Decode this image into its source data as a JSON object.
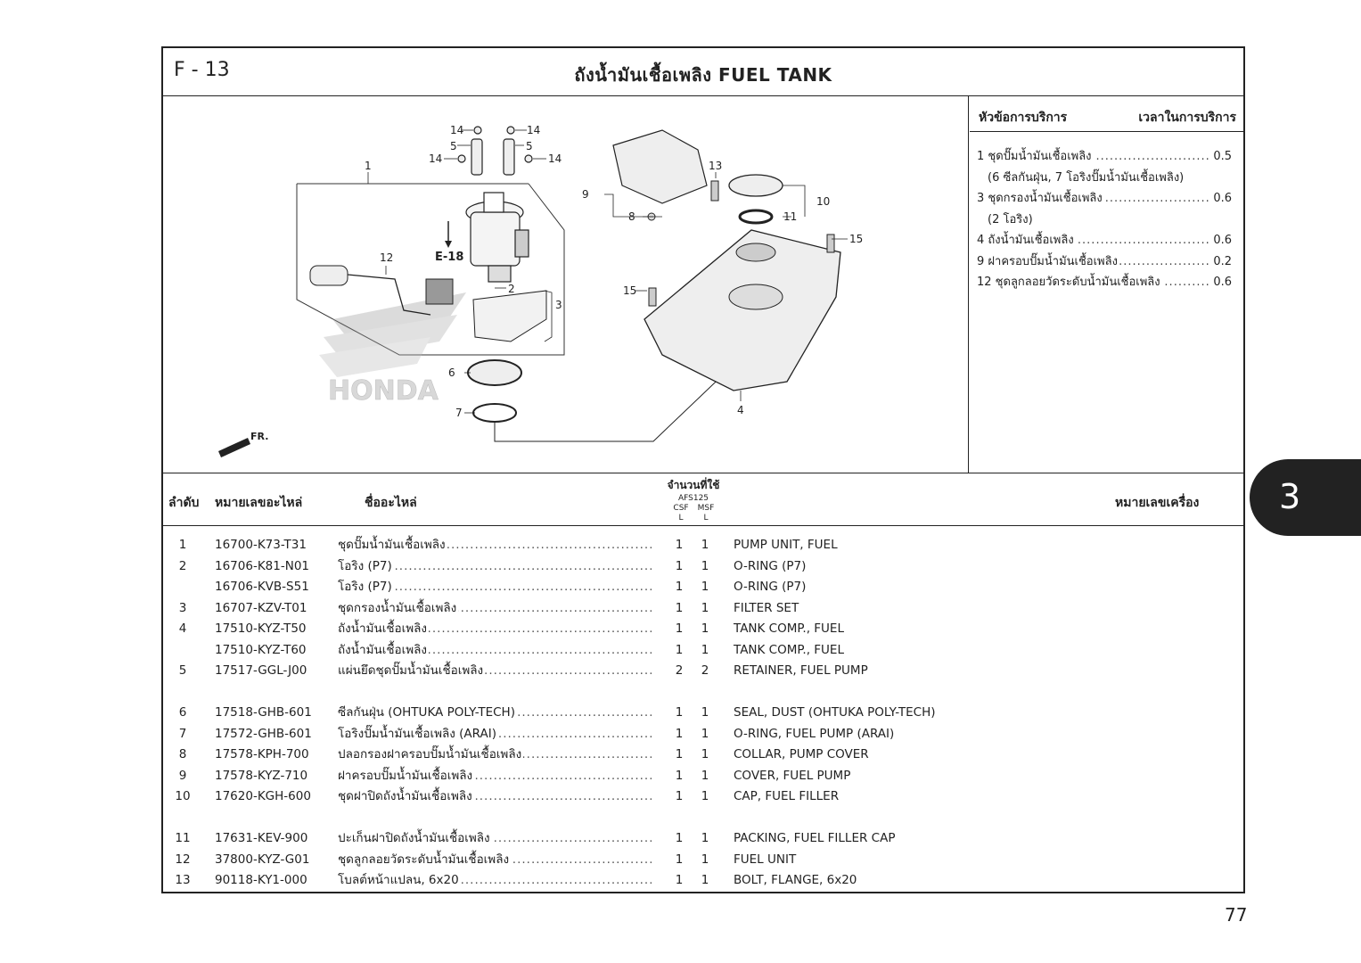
{
  "header": {
    "section_code": "F - 13",
    "title": "ถังน้ำมันเชื้อเพลิง  FUEL TANK"
  },
  "diagram": {
    "ref_label": "E-18",
    "front_label": "FR.",
    "brand_watermark": "HONDA",
    "callouts": [
      "1",
      "2",
      "3",
      "4",
      "5",
      "5",
      "6",
      "7",
      "8",
      "9",
      "10",
      "11",
      "12",
      "13",
      "14",
      "14",
      "14",
      "14",
      "15",
      "15"
    ]
  },
  "service": {
    "header_left": "หัวข้อการบริการ",
    "header_right": "เวลาในการบริการ",
    "items": [
      {
        "label": "1 ชุดปั๊มน้ำมันเชื้อเพลิง",
        "value": "0.5",
        "note": "(6 ซีลกันฝุ่น, 7 โอริงปั๊มน้ำมันเชื้อเพลิง)"
      },
      {
        "label": "3 ชุดกรองน้ำมันเชื้อเพลิง",
        "value": "0.6",
        "note": "(2 โอริง)"
      },
      {
        "label": "4 ถังน้ำมันเชื้อเพลิง",
        "value": "0.6",
        "note": ""
      },
      {
        "label": "9 ฝาครอบปั๊มน้ำมันเชื้อเพลิง",
        "value": "0.2",
        "note": ""
      },
      {
        "label": "12 ชุดลูกลอยวัดระดับน้ำมันเชื้อเพลิง",
        "value": "0.6",
        "note": ""
      }
    ]
  },
  "table": {
    "col_ref": "ลำดับ",
    "col_part": "หมายเลขอะไหล่",
    "col_name": "ชื่ออะไหล่",
    "col_qty": "จำนวนที่ใช้",
    "col_model": "AFS125",
    "col_variant_1": "CSF",
    "col_variant_2": "MSF",
    "col_sub_1": "L",
    "col_sub_2": "L",
    "col_engine": "หมายเลขเครื่อง",
    "rows": [
      {
        "ref": "1",
        "part": "16700-K73-T31",
        "thai": "ชุดปั๊มน้ำมันเชื้อเพลิง",
        "q1": "1",
        "q2": "1",
        "eng": "PUMP UNIT, FUEL"
      },
      {
        "ref": "2",
        "part": "16706-K81-N01",
        "thai": "โอริง (P7)",
        "q1": "1",
        "q2": "1",
        "eng": "O-RING (P7)"
      },
      {
        "ref": "",
        "part": "16706-KVB-S51",
        "thai": "โอริง (P7)",
        "q1": "1",
        "q2": "1",
        "eng": "O-RING (P7)"
      },
      {
        "ref": "3",
        "part": "16707-KZV-T01",
        "thai": "ชุดกรองน้ำมันเชื้อเพลิง",
        "q1": "1",
        "q2": "1",
        "eng": "FILTER SET"
      },
      {
        "ref": "4",
        "part": "17510-KYZ-T50",
        "thai": "ถังน้ำมันเชื้อเพลิง",
        "q1": "1",
        "q2": "1",
        "eng": "TANK COMP., FUEL"
      },
      {
        "ref": "",
        "part": "17510-KYZ-T60",
        "thai": "ถังน้ำมันเชื้อเพลิง",
        "q1": "1",
        "q2": "1",
        "eng": "TANK COMP., FUEL"
      },
      {
        "ref": "5",
        "part": "17517-GGL-J00",
        "thai": "แผ่นยึดชุดปั๊มน้ำมันเชื้อเพลิง",
        "q1": "2",
        "q2": "2",
        "eng": "RETAINER, FUEL PUMP"
      },
      {
        "ref": "6",
        "part": "17518-GHB-601",
        "thai": "ซีลกันฝุ่น (OHTUKA POLY-TECH)",
        "q1": "1",
        "q2": "1",
        "eng": "SEAL, DUST (OHTUKA POLY-TECH)"
      },
      {
        "ref": "7",
        "part": "17572-GHB-601",
        "thai": "โอริงปั๊มน้ำมันเชื้อเพลิง (ARAI)",
        "q1": "1",
        "q2": "1",
        "eng": "O-RING, FUEL PUMP (ARAI)"
      },
      {
        "ref": "8",
        "part": "17578-KPH-700",
        "thai": "ปลอกรองฝาครอบปั๊มน้ำมันเชื้อเพลิง",
        "q1": "1",
        "q2": "1",
        "eng": "COLLAR, PUMP COVER"
      },
      {
        "ref": "9",
        "part": "17578-KYZ-710",
        "thai": "ฝาครอบปั๊มน้ำมันเชื้อเพลิง",
        "q1": "1",
        "q2": "1",
        "eng": "COVER, FUEL PUMP"
      },
      {
        "ref": "10",
        "part": "17620-KGH-600",
        "thai": "ชุดฝาปิดถังน้ำมันเชื้อเพลิง",
        "q1": "1",
        "q2": "1",
        "eng": "CAP, FUEL FILLER"
      },
      {
        "ref": "11",
        "part": "17631-KEV-900",
        "thai": "ปะเก็นฝาปิดถังน้ำมันเชื้อเพลิง",
        "q1": "1",
        "q2": "1",
        "eng": "PACKING, FUEL FILLER CAP"
      },
      {
        "ref": "12",
        "part": "37800-KYZ-G01",
        "thai": "ชุดลูกลอยวัดระดับน้ำมันเชื้อเพลิง",
        "q1": "1",
        "q2": "1",
        "eng": "FUEL UNIT"
      },
      {
        "ref": "13",
        "part": "90118-KY1-000",
        "thai": "โบลต์หน้าแปลน, 6x20",
        "q1": "1",
        "q2": "1",
        "eng": "BOLT, FLANGE, 6x20"
      }
    ]
  },
  "tab": {
    "label": "3"
  },
  "page": {
    "number": "77"
  }
}
